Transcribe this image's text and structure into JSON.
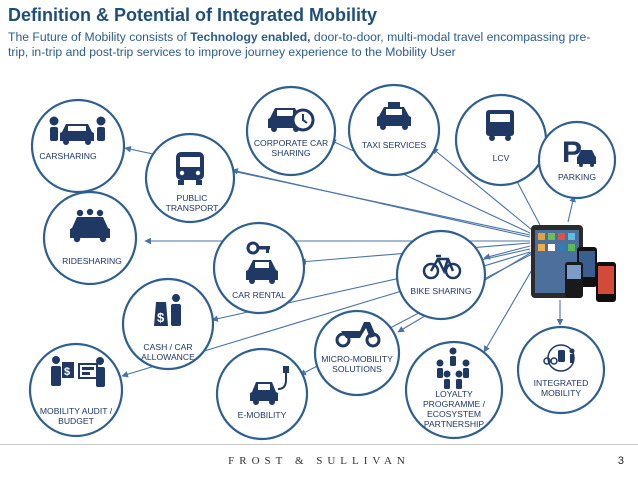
{
  "header": {
    "title": "Definition & Potential of Integrated Mobility",
    "subtitle_pre": "The Future of Mobility consists of ",
    "subtitle_bold": "Technology enabled,",
    "subtitle_post": " door-to-door, multi-modal travel encompassing pre-trip, in-trip and post-trip services to improve journey experience to the Mobility User"
  },
  "nodes": {
    "carsharing": {
      "label": [
        "CARSHARING"
      ],
      "icon": "people-car-icon"
    },
    "public_transport": {
      "label": [
        "PUBLIC",
        "TRANSPORT"
      ],
      "icon": "bus-icon"
    },
    "corporate_car_sharing": {
      "label": [
        "CORPORATE CAR",
        "SHARING"
      ],
      "icon": "car-clock-icon"
    },
    "taxi_services": {
      "label": [
        "TAXI SERVICES"
      ],
      "icon": "taxi-icon"
    },
    "lcv": {
      "label": [
        "LCV"
      ],
      "icon": "truck-icon"
    },
    "parking": {
      "label": [
        "PARKING"
      ],
      "icon": "parking-icon"
    },
    "ridesharing": {
      "label": [
        "RIDESHARING"
      ],
      "icon": "shared-car-icon"
    },
    "car_rental": {
      "label": [
        "CAR RENTAL"
      ],
      "icon": "car-key-icon"
    },
    "bike_sharing": {
      "label": [
        "BIKE SHARING"
      ],
      "icon": "bicycle-icon"
    },
    "cash_car_allowance": {
      "label": [
        "CASH / CAR",
        "ALLOWANCE"
      ],
      "icon": "cash-person-icon"
    },
    "micro_mobility": {
      "label": [
        "MICRO-MOBILITY",
        "SOLUTIONS"
      ],
      "icon": "scooter-icon"
    },
    "mobility_audit": {
      "label": [
        "MOBILITY AUDIT /",
        "BUDGET"
      ],
      "icon": "audit-icon"
    },
    "e_mobility": {
      "label": [
        "E-MOBILITY"
      ],
      "icon": "ev-car-icon"
    },
    "loyalty": {
      "label": [
        "LOYALTY",
        "PROGRAMME /",
        "ECOSYSTEM",
        "PARTNERSHIP"
      ],
      "icon": "people-network-icon"
    },
    "integrated_mobility": {
      "label": [
        "INTEGRATED",
        "MOBILITY"
      ],
      "icon": "multimodal-icon"
    }
  },
  "hub": {
    "icon": "devices-icon"
  },
  "colors": {
    "title": "#1f4e79",
    "circle_stroke": "#2e5f8e",
    "arrow": "#4a74a8",
    "icon": "#1f3864"
  },
  "footer": {
    "brand": "FROST & SULLIVAN",
    "page": "3"
  }
}
